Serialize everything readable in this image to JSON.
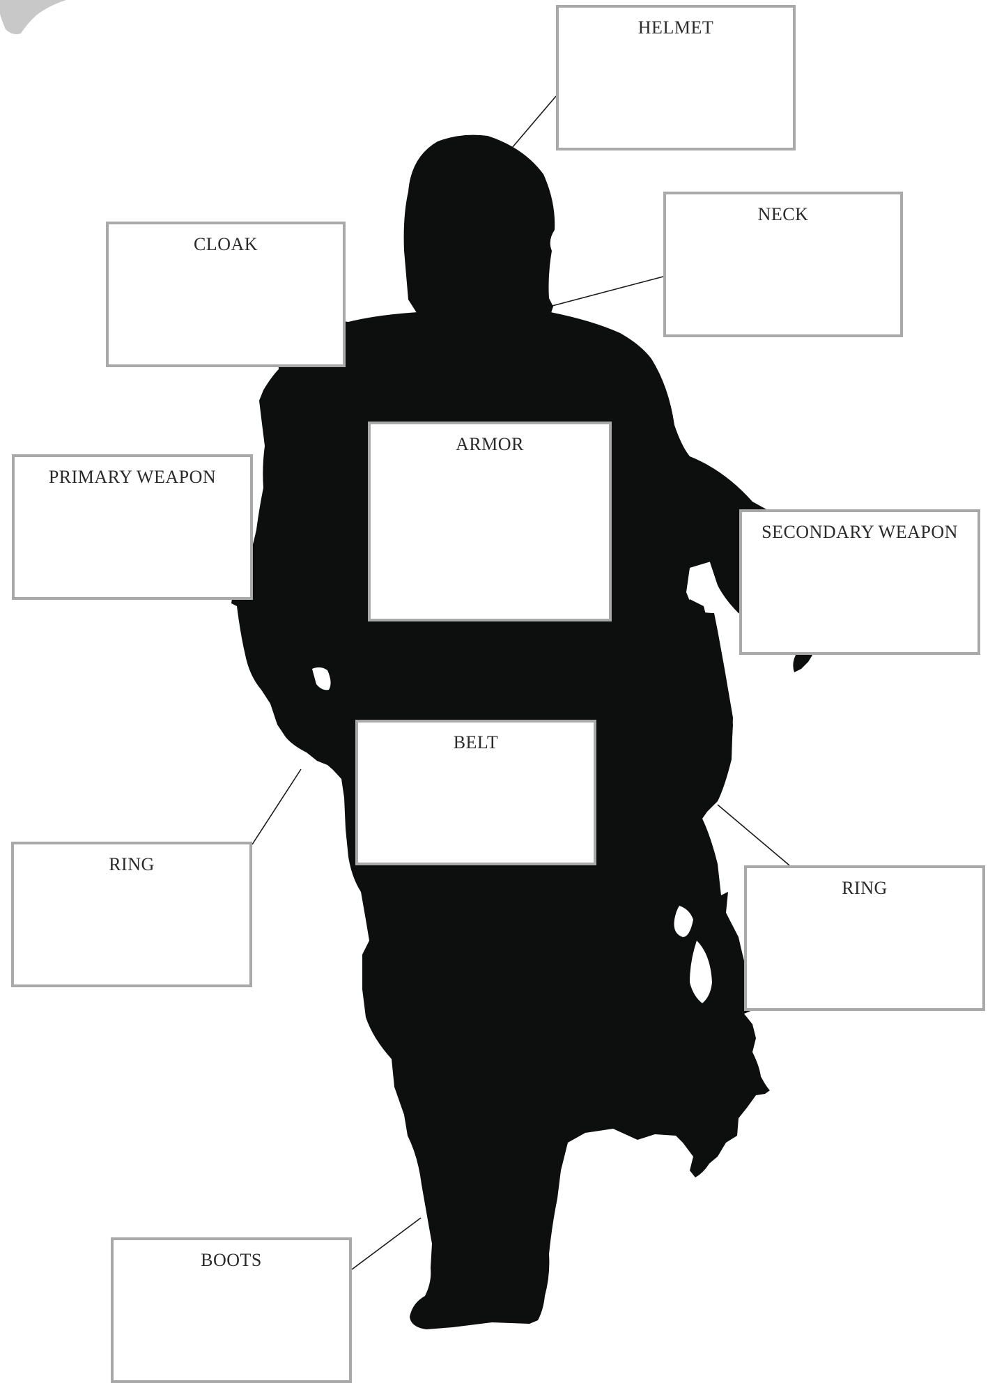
{
  "equipment_slots": {
    "helmet": "HELMET",
    "neck": "NECK",
    "cloak": "CLOAK",
    "armor": "ARMOR",
    "primary_weapon": "PRIMARY WEAPON",
    "secondary_weapon": "SECONDARY WEAPON",
    "belt": "BELT",
    "ring_left": "RING",
    "ring_right": "RING",
    "boots": "BOOTS"
  },
  "colors": {
    "background": "#ffffff",
    "silhouette": "#0d0f0e",
    "slot_border": "#a9a9a9",
    "label_text": "#2a2a2a",
    "leader_line": "#1a1a1a"
  },
  "icons": {
    "figure": "character-silhouette-icon",
    "corner_ornament": "corner-ornament-icon"
  }
}
